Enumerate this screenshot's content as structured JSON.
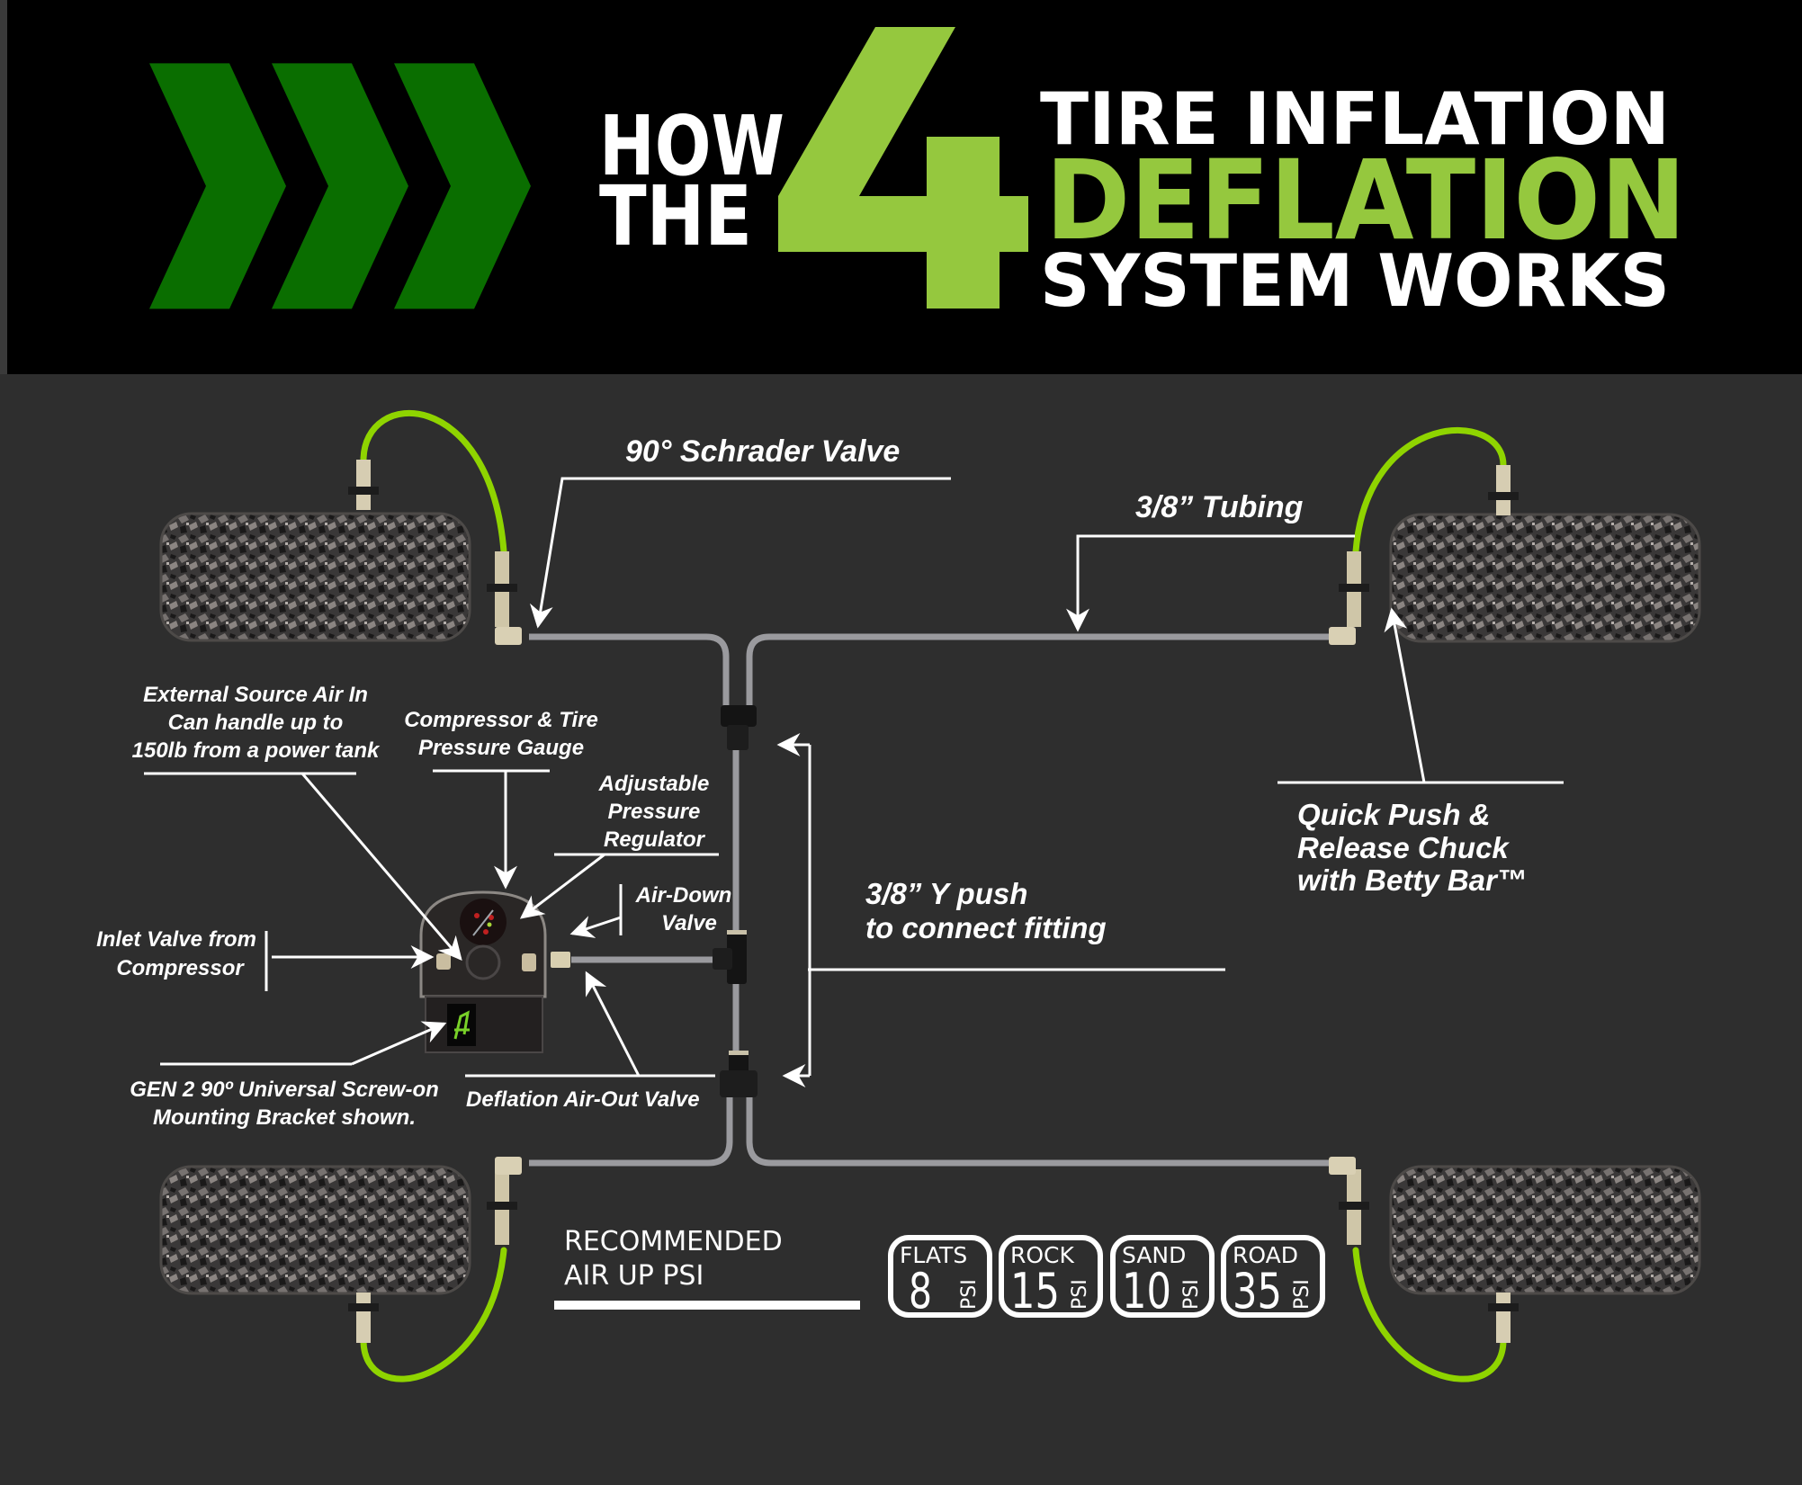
{
  "header": {
    "line_how": "HOW",
    "line_the": "THE",
    "big_digit": "4",
    "line_tire_inflation": "TIRE INFLATION",
    "line_deflation": "DEFLATION",
    "line_system_works": "SYSTEM WORKS",
    "chevron_count": 3
  },
  "colors": {
    "header_bg": "#000000",
    "body_bg": "#2e2e2e",
    "chevron_green": "#0a6e00",
    "accent_green": "#95c83e",
    "hose_green": "#8fd400",
    "tube_gray": "#9a9a9e",
    "label_white": "#ffffff"
  },
  "labels": {
    "schrader_valve": "90° Schrader Valve",
    "tubing": "3/8” Tubing",
    "external_source": [
      "External Source Air In",
      "Can handle up to",
      "150lb from a power tank"
    ],
    "compressor_gauge": [
      "Compressor & Tire",
      "Pressure Gauge"
    ],
    "regulator": [
      "Adjustable",
      "Pressure",
      "Regulator"
    ],
    "air_down": [
      "Air-Down",
      "Valve"
    ],
    "inlet_valve": [
      "Inlet Valve from",
      "Compressor"
    ],
    "mounting_bracket": [
      "GEN 2 90º Universal Screw-on",
      "Mounting Bracket shown."
    ],
    "deflation_valve": "Deflation Air-Out Valve",
    "y_push": [
      "3/8” Y push",
      "to connect fitting"
    ],
    "quick_push": [
      "Quick Push &",
      "Release Chuck",
      "with Betty Bar™"
    ]
  },
  "recommended": {
    "title_line1": "RECOMMENDED",
    "title_line2": "AIR UP PSI",
    "unit": "PSI",
    "badges": [
      {
        "terrain": "FLATS",
        "psi": "8"
      },
      {
        "terrain": "ROCK",
        "psi": "15"
      },
      {
        "terrain": "SAND",
        "psi": "10"
      },
      {
        "terrain": "ROAD",
        "psi": "35"
      }
    ]
  },
  "tires": [
    {
      "position": "front-left"
    },
    {
      "position": "front-right"
    },
    {
      "position": "rear-left"
    },
    {
      "position": "rear-right"
    }
  ]
}
